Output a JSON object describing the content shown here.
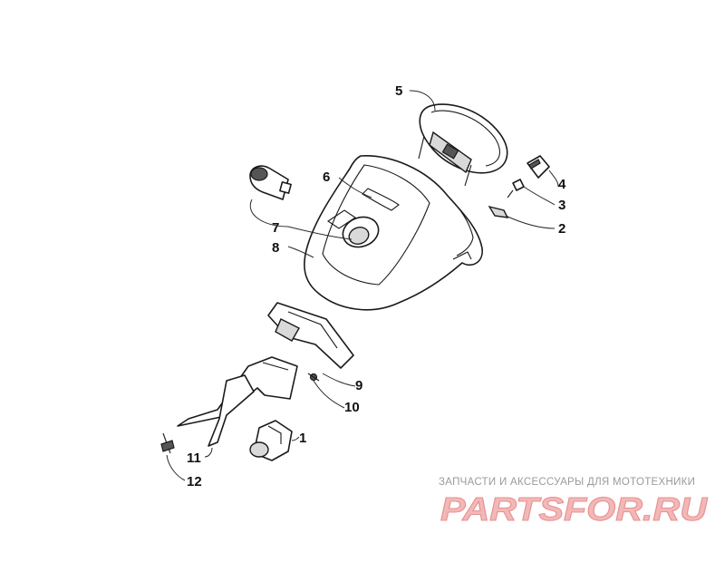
{
  "callouts": [
    "1",
    "2",
    "3",
    "4",
    "5",
    "6",
    "7",
    "8",
    "9",
    "10",
    "11",
    "12"
  ],
  "watermark": {
    "tagline": "ЗАПЧАСТИ И АКСЕССУАРЫ ДЛЯ МОТОТЕХНИКИ",
    "brand": "PARTSFOR.RU",
    "colors": {
      "primary": "#f2b8b8",
      "outline": "#e88f8f",
      "tagline": "#9a9a9a"
    }
  }
}
